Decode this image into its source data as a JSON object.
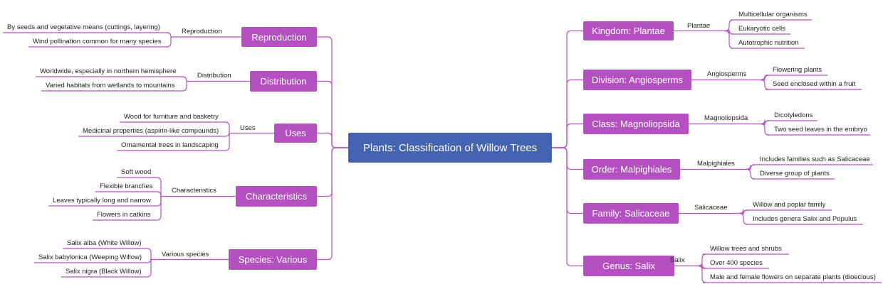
{
  "root": {
    "label": "Plants: Classification of Willow Trees"
  },
  "colors": {
    "root": "#4463b0",
    "branch": "#b451c0",
    "line": "#b451c0",
    "text": "#222222"
  },
  "right_branches": [
    {
      "label": "Kingdom: Plantae",
      "mid": "Plantae",
      "leaves": [
        "Multicellular organisms",
        "Eukaryotic cells",
        "Autotrophic nutrition"
      ]
    },
    {
      "label": "Division: Angiosperms",
      "mid": "Angiosperms",
      "leaves": [
        "Flowering plants",
        "Seed enclosed within a fruit"
      ]
    },
    {
      "label": "Class: Magnoliopsida",
      "mid": "Magnoliopsida",
      "leaves": [
        "Dicotyledons",
        "Two seed leaves in the embryo"
      ]
    },
    {
      "label": "Order: Malpighiales",
      "mid": "Malpighiales",
      "leaves": [
        "Includes families such as Salicaceae",
        "Diverse group of plants"
      ]
    },
    {
      "label": "Family: Salicaceae",
      "mid": "Salicaceae",
      "leaves": [
        "Willow and poplar family",
        "Includes genera Salix and Populus"
      ]
    },
    {
      "label": "Genus: Salix",
      "mid": "Salix",
      "leaves": [
        "Willow trees and shrubs",
        "Over 400 species",
        "Male and female flowers on separate plants (dioecious)"
      ]
    }
  ],
  "left_branches": [
    {
      "label": "Reproduction",
      "mid": "Reproduction",
      "leaves": [
        "By seeds and vegetative means (cuttings, layering)",
        "Wind pollination common for many species"
      ]
    },
    {
      "label": "Distribution",
      "mid": "Distribution",
      "leaves": [
        "Worldwide, especially in northern hemisphere",
        "Varied habitats from wetlands to mountains"
      ]
    },
    {
      "label": "Uses",
      "mid": "Uses",
      "leaves": [
        "Wood for furniture and basketry",
        "Medicinal properties (aspirin-like compounds)",
        "Ornamental trees in landscaping"
      ]
    },
    {
      "label": "Characteristics",
      "mid": "Characteristics",
      "leaves": [
        "Soft wood",
        "Flexible branches",
        "Leaves typically long and narrow",
        "Flowers in catkins"
      ]
    },
    {
      "label": "Species: Various",
      "mid": "Various species",
      "leaves": [
        "Salix alba (White Willow)",
        "Salix babylonica (Weeping Willow)",
        "Salix nigra (Black Willow)"
      ]
    }
  ]
}
